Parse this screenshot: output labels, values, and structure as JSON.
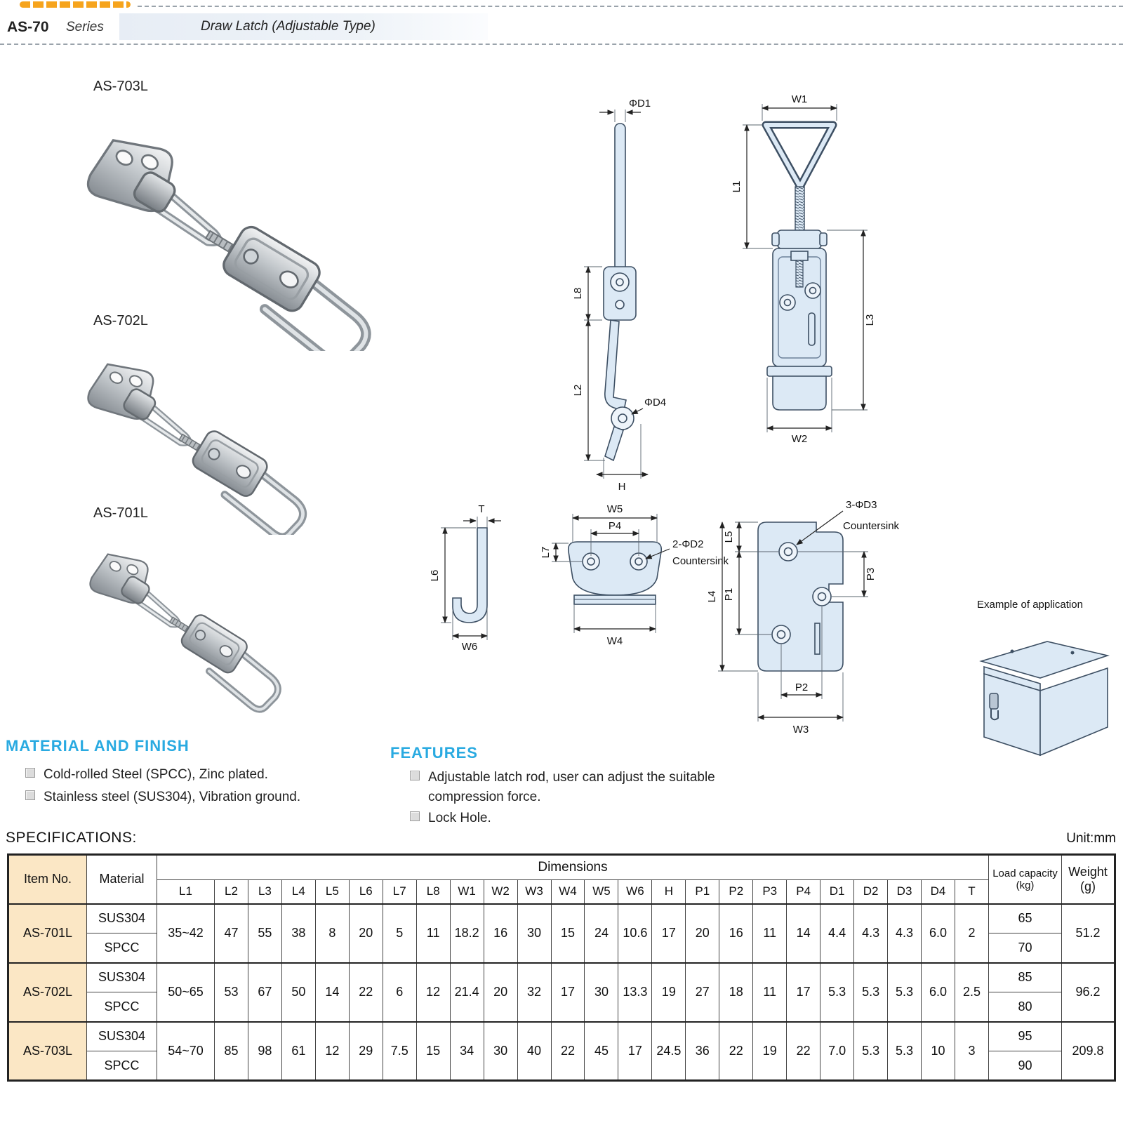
{
  "header": {
    "series_code": "AS-70",
    "series_word": "Series",
    "title": "Draw Latch (Adjustable Type)"
  },
  "products": [
    {
      "label": "AS-703L"
    },
    {
      "label": "AS-702L"
    },
    {
      "label": "AS-701L"
    }
  ],
  "drawings": {
    "side_view": {
      "d1": "ΦD1",
      "l8": "L8",
      "d4": "ΦD4",
      "l2": "L2",
      "h": "H"
    },
    "front_view": {
      "w1": "W1",
      "l1": "L1",
      "l3": "L3",
      "w2": "W2"
    },
    "hook_side": {
      "t": "T",
      "l6": "L6",
      "w6": "W6"
    },
    "hook_plate": {
      "w5": "W5",
      "p4": "P4",
      "l7": "L7",
      "d2": "2-ΦD2",
      "countersink": "Countersink",
      "w4": "W4"
    },
    "base_plate": {
      "d3": "3-ΦD3",
      "countersink": "Countersink",
      "l5": "L5",
      "p3": "P3",
      "l4": "L4",
      "p1": "P1",
      "p2": "P2",
      "w3": "W3"
    },
    "application_caption": "Example of application"
  },
  "material_and_finish": {
    "heading": "MATERIAL AND FINISH",
    "items": [
      "Cold-rolled Steel (SPCC), Zinc plated.",
      "Stainless steel (SUS304), Vibration ground."
    ]
  },
  "features": {
    "heading": "FEATURES",
    "items": [
      "Adjustable latch rod, user can adjust the suitable compression force.",
      "Lock Hole."
    ]
  },
  "specifications": {
    "heading": "SPECIFICATIONS:",
    "unit_note": "Unit:mm",
    "table": {
      "item_header": "Item No.",
      "material_header": "Material",
      "dimensions_header": "Dimensions",
      "load_header": "Load capacity",
      "load_unit": "(kg)",
      "weight_header": "Weight",
      "weight_unit": "(g)",
      "dim_columns": [
        "L1",
        "L2",
        "L3",
        "L4",
        "L5",
        "L6",
        "L7",
        "L8",
        "W1",
        "W2",
        "W3",
        "W4",
        "W5",
        "W6",
        "H",
        "P1",
        "P2",
        "P3",
        "P4",
        "D1",
        "D2",
        "D3",
        "D4",
        "T"
      ],
      "rows": [
        {
          "item": "AS-701L",
          "materials": [
            "SUS304",
            "SPCC"
          ],
          "dims": [
            "35~42",
            "47",
            "55",
            "38",
            "8",
            "20",
            "5",
            "11",
            "18.2",
            "16",
            "30",
            "15",
            "24",
            "10.6",
            "17",
            "20",
            "16",
            "11",
            "14",
            "4.4",
            "4.3",
            "4.3",
            "6.0",
            "2"
          ],
          "load": [
            "65",
            "70"
          ],
          "weight": "51.2"
        },
        {
          "item": "AS-702L",
          "materials": [
            "SUS304",
            "SPCC"
          ],
          "dims": [
            "50~65",
            "53",
            "67",
            "50",
            "14",
            "22",
            "6",
            "12",
            "21.4",
            "20",
            "32",
            "17",
            "30",
            "13.3",
            "19",
            "27",
            "18",
            "11",
            "17",
            "5.3",
            "5.3",
            "5.3",
            "6.0",
            "2.5"
          ],
          "load": [
            "85",
            "80"
          ],
          "weight": "96.2"
        },
        {
          "item": "AS-703L",
          "materials": [
            "SUS304",
            "SPCC"
          ],
          "dims": [
            "54~70",
            "85",
            "98",
            "61",
            "12",
            "29",
            "7.5",
            "15",
            "34",
            "30",
            "40",
            "22",
            "45",
            "17",
            "24.5",
            "36",
            "22",
            "19",
            "22",
            "7.0",
            "5.3",
            "5.3",
            "10",
            "3"
          ],
          "load": [
            "95",
            "90"
          ],
          "weight": "209.8"
        }
      ]
    }
  }
}
